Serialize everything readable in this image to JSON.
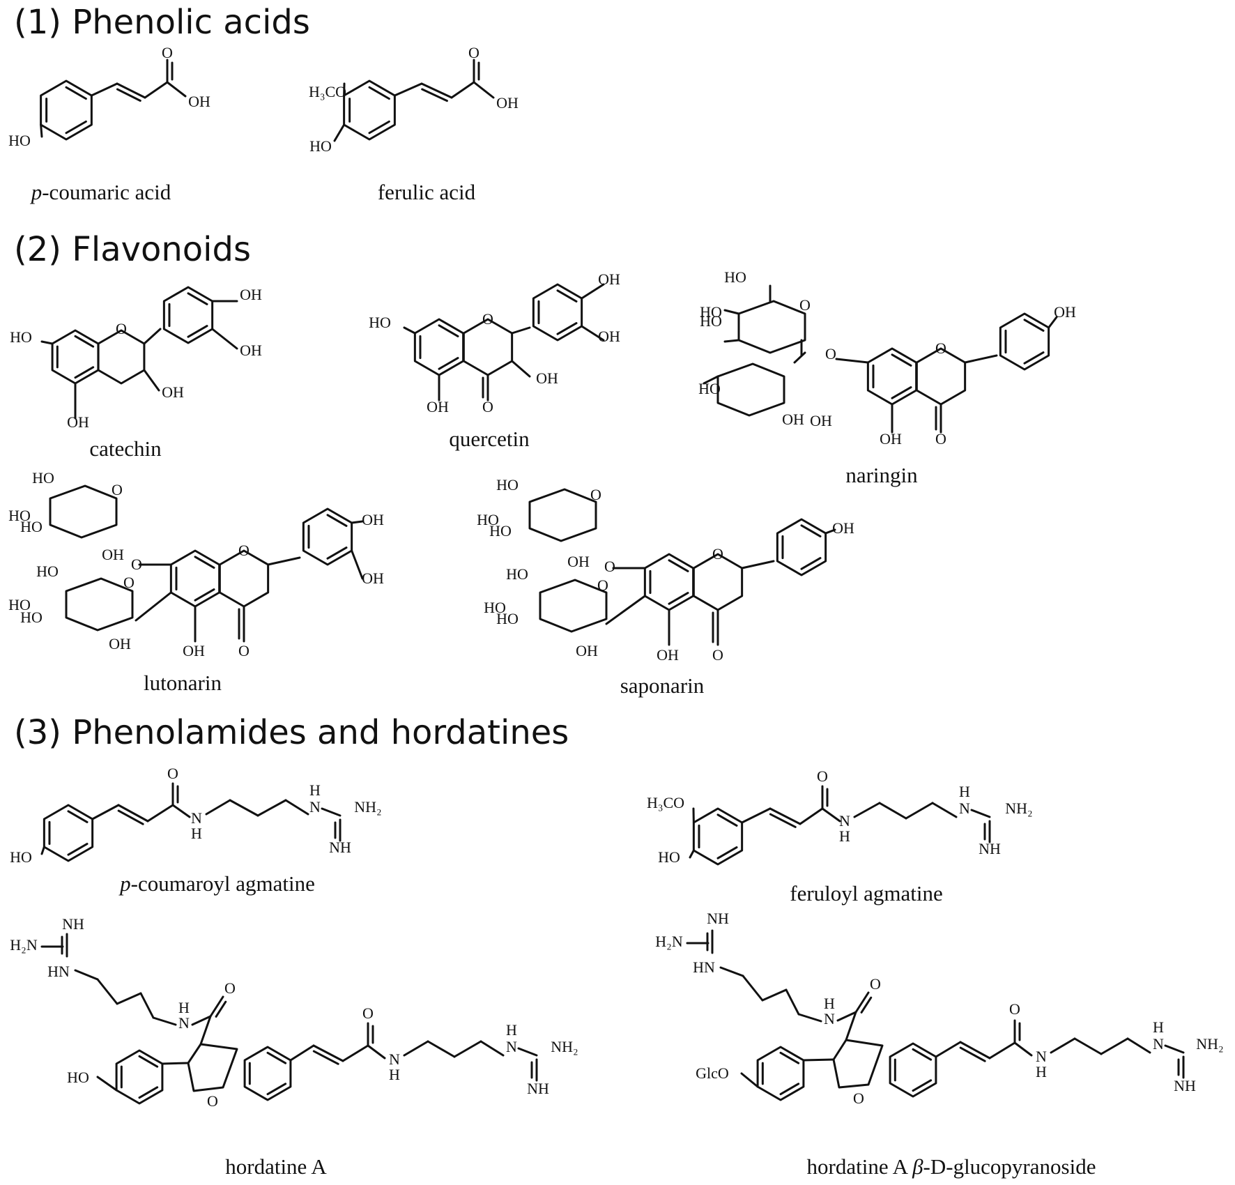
{
  "sections": [
    {
      "heading": "(1) Phenolic acids"
    },
    {
      "heading": "(2) Flavonoids"
    },
    {
      "heading": "(3) Phenolamides and hordatines"
    }
  ],
  "compounds": {
    "p_coumaric_acid": {
      "prefix": "p",
      "name": "-coumaric acid"
    },
    "ferulic_acid": {
      "name": "ferulic acid"
    },
    "catechin": {
      "name": "catechin"
    },
    "quercetin": {
      "name": "quercetin"
    },
    "naringin": {
      "name": "naringin"
    },
    "lutonarin": {
      "name": "lutonarin"
    },
    "saponarin": {
      "name": "saponarin"
    },
    "p_coumaroyl_agmatine": {
      "prefix": "p",
      "name": "-coumaroyl agmatine"
    },
    "feruloyl_agmatine": {
      "name": "feruloyl agmatine"
    },
    "hordatine_a": {
      "name": "hordatine A"
    },
    "hordatine_a_glc": {
      "name_a": "hordatine A ",
      "beta": "β",
      "name_b": "-D-glucopyranoside"
    }
  },
  "atom_labels": {
    "OH": "OH",
    "HO": "HO",
    "O": "O",
    "H3CO": "H₃CO",
    "NH2": "NH₂",
    "H2N": "H₂N",
    "NH": "NH",
    "HN": "HN",
    "N": "N",
    "H": "H",
    "GlcO": "GlcO"
  }
}
